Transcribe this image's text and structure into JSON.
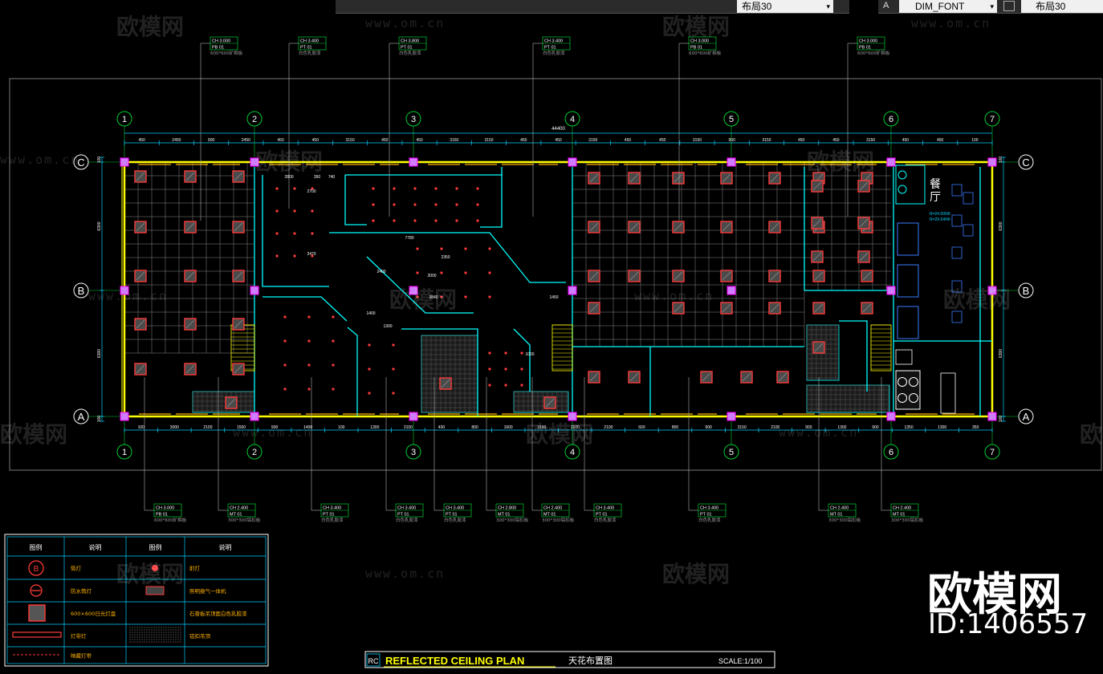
{
  "toolbar": {
    "layout_dropdown_value": "布局30",
    "text_style_value": "DIM_FONT",
    "dim_style_value": "布局30"
  },
  "drawing": {
    "grid_columns": [
      "1",
      "2",
      "3",
      "4",
      "5",
      "6",
      "7"
    ],
    "grid_rows": [
      "C",
      "B",
      "A"
    ],
    "overall_dim": "44400",
    "top_dims": [
      "450",
      "2450",
      "900",
      "2450",
      "450",
      "450",
      "3150",
      "450",
      "450",
      "3150",
      "3150",
      "450",
      "450",
      "3150",
      "450",
      "450",
      "3150",
      "900",
      "3150",
      "450",
      "450",
      "3150",
      "450",
      "450",
      "100"
    ],
    "bottom_dims": [
      "100",
      "3000",
      "2100",
      "1500",
      "900",
      "1400",
      "100",
      "1300",
      "2100",
      "400",
      "800",
      "1600",
      "3150",
      "2100",
      "2100",
      "600",
      "800",
      "900",
      "3150",
      "2100",
      "900",
      "1300",
      "900",
      "1350",
      "1300",
      "350"
    ],
    "side_dims": [
      "100",
      "6300",
      "6300",
      "100"
    ],
    "room_label": "餐厅",
    "room_label_1": "餐",
    "room_label_2": "厅",
    "interior_dims": [
      "2800",
      "350",
      "740",
      "2700",
      "7780",
      "3470",
      "2350",
      "2400",
      "3000",
      "3840",
      "1450",
      "1400",
      "1300",
      "1000"
    ],
    "top_tags": [
      {
        "code": "CH 3.000",
        "sub": "PB 01",
        "desc": "600*600矿棉板"
      },
      {
        "code": "CH 3.400",
        "sub": "PT 01",
        "desc": "白色乳胶漆"
      },
      {
        "code": "CH 3.800",
        "sub": "PT 01",
        "desc": "白色乳胶漆"
      },
      {
        "code": "CH 3.400",
        "sub": "PT 01",
        "desc": "白色乳胶漆"
      },
      {
        "code": "CH 3.000",
        "sub": "PB 01",
        "desc": "600*600矿棉板"
      },
      {
        "code": "CH 3.000",
        "sub": "PB 01",
        "desc": "600*600矿棉板"
      }
    ],
    "bottom_tags": [
      {
        "code": "CH 3.000",
        "sub": "PB 01",
        "desc": "600*600矿棉板"
      },
      {
        "code": "CH 2.400",
        "sub": "MT 01",
        "desc": "300*300铝扣板"
      },
      {
        "code": "CH 3.400",
        "sub": "PT 01",
        "desc": "白色乳胶漆"
      },
      {
        "code": "CH 3.400",
        "sub": "PT 01",
        "desc": "白色乳胶漆"
      },
      {
        "code": "CH 3.400",
        "sub": "PT 01",
        "desc": "白色乳胶漆"
      },
      {
        "code": "CH 2.800",
        "sub": "MT 01",
        "desc": "300*300铝扣板"
      },
      {
        "code": "CH 2.400",
        "sub": "MT 01",
        "desc": "300*300铝扣板"
      },
      {
        "code": "CH 3.400",
        "sub": "PT 01",
        "desc": "白色乳胶漆"
      },
      {
        "code": "CH 3.400",
        "sub": "PT 01",
        "desc": "白色乳胶漆"
      },
      {
        "code": "CH 2.400",
        "sub": "MT 01",
        "desc": "300*300铝扣板"
      },
      {
        "code": "CH 2.400",
        "sub": "MT 01",
        "desc": "300*300铝扣板"
      }
    ],
    "outlet_note_1": "R=24.000Φ",
    "outlet_note_2": "R=29.540Φ"
  },
  "legend": {
    "headers": [
      "图例",
      "说明",
      "图例",
      "说明"
    ],
    "rows": [
      {
        "sym": "B",
        "text": "筒灯",
        "text2": "射灯"
      },
      {
        "sym": "",
        "text": "防水筒灯",
        "text2": "照明换气一体机"
      },
      {
        "sym": "",
        "text": "600×600日光灯盘",
        "text2": "石膏板吊顶面白色乳胶漆"
      },
      {
        "sym": "",
        "text": "灯带灯",
        "text2": "铝扣吊顶"
      },
      {
        "sym": "",
        "text": "暗藏灯带",
        "text2": ""
      }
    ]
  },
  "title_block": {
    "badge": "RC",
    "title_en": "REFLECTED CEILING PLAN",
    "title_cn": "天花布置图",
    "scale": "SCALE:1/100"
  },
  "watermark": {
    "brand": "欧模网",
    "url": "www.om.cn",
    "id": "ID:1406557"
  },
  "colors": {
    "wall": "#ffff00",
    "partition": "#00ffff",
    "column": "#ff00ff",
    "light": "#ff3b3b",
    "grid": "#8a8a8a",
    "axis": "#00cc33",
    "dim": "#00d0ff",
    "leader": "#b0b0b0"
  }
}
